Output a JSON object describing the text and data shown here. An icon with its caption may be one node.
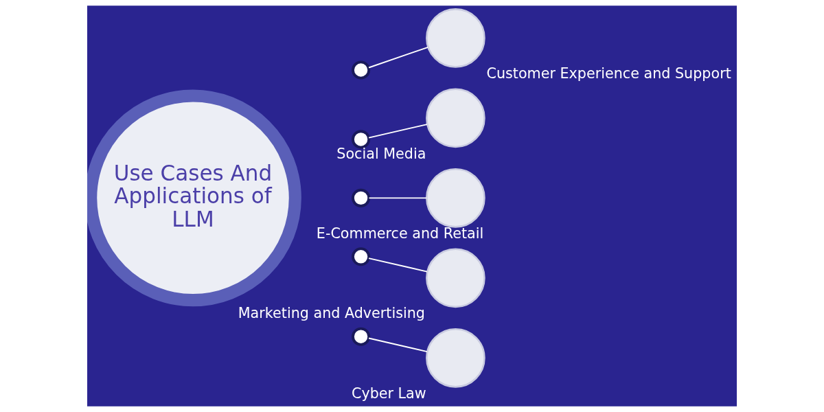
{
  "diagram": {
    "nodes": [
      {
        "text": [
          "Use Cases And Applications of LLM"
        ]
      },
      {
        "text": [],
        "shape": "circle"
      },
      {
        "text": [],
        "shape": "circle"
      },
      {
        "text": [],
        "shape": "circle"
      },
      {
        "text": [],
        "shape": "circle"
      },
      {
        "text": [],
        "shape": "circle"
      },
      {
        "text": [],
        "shape": "circle",
        "beside": [
          "Customer Experience and Support"
        ]
      },
      {
        "text": [],
        "shape": "circle",
        "beside": [
          "Social Media"
        ]
      },
      {
        "text": [],
        "shape": "circle",
        "beside": [
          "E-Commerce and Retail"
        ]
      },
      {
        "text": [],
        "shape": "circle",
        "beside": [
          "Marketing and Advertising"
        ]
      },
      {
        "text": [],
        "shape": "circle",
        "beside": [
          "Cyber Law"
        ]
      }
    ],
    "edges": [
      {
        "from": 1,
        "to": 6,
        "arrow": "none"
      },
      {
        "from": 2,
        "to": 7,
        "arrow": "none"
      },
      {
        "from": 3,
        "to": 8,
        "arrow": "none"
      },
      {
        "from": 4,
        "to": 9,
        "arrow": "none"
      },
      {
        "from": 5,
        "to": 10,
        "arrow": "none"
      }
    ]
  }
}
